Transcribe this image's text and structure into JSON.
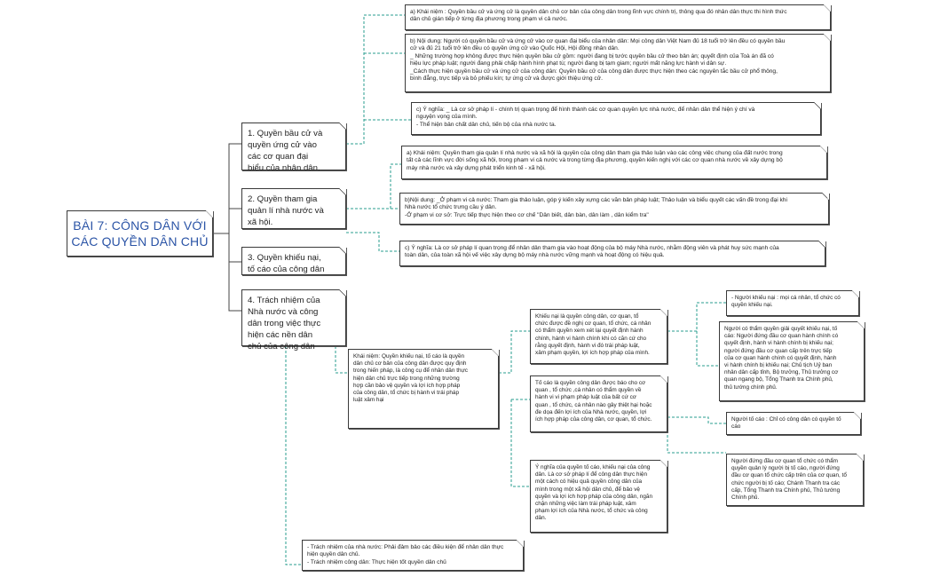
{
  "root": {
    "title": "BÀI 7: CÔNG DÂN VỚI\nCÁC QUYỀN DÂN CHỦ"
  },
  "branches": [
    "1. Quyền bầu cử và\nquyền ứng cử vào\ncác cơ quan đại\nbiểu của nhân dân.",
    "2. Quyền tham gia\nquản lí nhà nước và\nxã hội.",
    "3. Quyền khiếu nại,\ntố cáo của công dân",
    "4. Trách nhiệm của\nNhà nước và công\ndân trong việc thực\nhiện các nền dân\nchủ của công dân"
  ],
  "b1": {
    "a": "a) Khái niệm : Quyền bầu cử và ứng cử là quyền dân chủ cơ bản của công dân trong lĩnh vực chính trị, thông qua đó nhân dân thực thi hình thức\ndân chủ gián tiếp ở từng địa phương trong phạm vi cả nước.",
    "b": "b) Nội dung: Người có quyền bầu cử và ứng cử vào cơ quan đại biểu của nhân dân: Mọi công dân Việt Nam đủ 18 tuổi trở lên đều có quyền bầu\ncử và đủ 21 tuổi trở lên đều có quyền ứng cử vào Quốc Hội, Hội đồng nhân dân.\n_ Những trường hợp không được thực hiện quyền bầu cử gồm: người đang bị tước quyền bầu cử theo bản án; quyết định của Toà án đã có\nhiệu lực pháp luật; người đang phải chấp hành hình phạt tù; người đang bị tạm giam; người mất năng lực hành vi dân sự.\n_Cách thực hiện quyền bầu cử và ứng cử của công dân: Quyền bầu cử của công dân được thực hiện theo các nguyên tắc bầu cử phổ thông,\nbình đẳng, trực tiếp và bỏ phiếu kín; tự ứng cử và được giới thiệu ứng cử.",
    "c": "c) Ý nghĩa: _ Là cơ sở pháp lí - chính trị quan trọng để hình thành các cơ quan quyền lực nhà nước, để nhân dân thể hiện ý chí và\n              nguyện vọng của mình.\n         - Thể hiện bản chất dân chủ, tiến bộ của nhà nước ta."
  },
  "b2": {
    "a": "a) Khái niệm: Quyền tham gia quản lí nhà nước và xã hội là quyền của công dân tham gia thảo luận vào các công việc chung của đất nước trong\ntất cả các lĩnh vực đời sống xã hội, trong phạm vi cả nước và trong từng địa phương, quyền kiến nghị với các cơ quan nhà nước về xây dựng bộ\nmáy nhà nước và xây dựng phát triển kinh tế - xã hội.",
    "b": "b)Nội dung: _Ở phạm vi cả nước: Tham gia thảo luận, góp ý kiến xây xựng các văn bản pháp luật; Thảo luận và biểu quyết các vấn đề trong đại khi\n                          Nhà nước tổ chức trưng cầu ý dân.\n              -Ở phạm vi cơ sở: Trực tiếp thực hiện theo cơ chế \"Dân biết, dân bàn, dân làm , dân kiểm tra\"",
    "c": "c) Ý nghĩa: Là cơ sở pháp lí quan trọng để nhân dân tham gia vào hoạt động của bộ máy Nhà nước, nhằm động viên và phát huy sức mạnh của\ntoàn dân, của toàn xã hội vế việc xây dựng bộ máy nhà nước vững mạnh và hoạt động có hiệu quả."
  },
  "b3": {
    "concept": "Khái niệm: Quyền khiếu nại, tố cáo là quyền\ndân chủ cơ bản của công dân được quy định\ntrong hiến pháp, là công cụ để nhân dân thực\nhiện dân chủ trực tiếp trong những trường\nhợp cần bảo vệ quyền và lợi ích hợp pháp\ncủa công dân, tổ chức bị hành vi trái pháp\nluật xâm hại",
    "khieu_nai": "Khiếu nại là quyền công dân, cơ quan, tổ\nchức được đề nghị cơ quan, tổ chức, cá nhân\ncó thẩm quyền xem xét lại quyết định hành\nchính, hành vi hành chính khi có căn cứ cho\nrằng quyết định, hành vi đó trái pháp luật,\nxâm phạm quyền, lợi ích hợp pháp của mình.",
    "to_cao": "Tố cáo là quyền công dân được báo cho cơ\nquan , tổ chức ,cá nhân có thẩm quyền về\nhành vi vi phạm pháp luật của bất cứ cơ\nquan , tổ chức, cá nhân nào gây thiệt hại hoặc\nđe dọa đến lợi ích của Nhà nước, quyền, lợi\ních hợp pháp của công dân, cơ quan, tổ chức.",
    "y_nghia": "Ý nghĩa của quyền tố cáo, khiếu nại của công\ndân. Là cơ sở pháp lí để công dân thực hiện\nmột cách có hiệu quả quyền công dân của\nmình trong một xã hội dân chủ, để bảo vệ\nquyền và lợi ích hợp pháp của công dân, ngăn\nchặn những việc làm trái pháp luật, xâm\nphạm lợi ích của Nhà nước, tổ chức và công\ndân.",
    "nguoi_khieu_nai": "- Người khiếu nại : mọi cá nhân, tổ chức có\nquyền khiếu nại.",
    "nguoi_giai_quyet_kn": "Người có thẩm quyền giải quyết khiếu nại, tố\ncáo: Người đứng đầu cơ quan hành chính có\nquyết định, hành vi hành chính bị khiếu nại;\nngười đứng đầu cơ quan cấp trên trực tiếp\ncủa cơ quan hành chính có quyết định, hành\nvi hành chính bị khiếu nại; Chủ tịch Uỷ ban\nnhân dân cấp tỉnh, Bộ trưởng, Thủ trưởng cơ\nquan ngang bộ, Tổng Thanh tra Chính phủ,\nthủ tướng chính phủ.",
    "nguoi_to_cao": "Người tố cáo : Chỉ có công dân có quyền tố\ncáo",
    "nguoi_giai_quyet_tc": "Người đứng đầu cơ quan tổ chức có thẩm\nquyền quản lý người bị tố cáo, người đứng\nđầu cơ quan tổ chức cấp trên của cơ quan, tổ\nchức người bị tố cáo; Chánh Thanh tra các\ncấp, Tổng Thanh tra Chính phủ, Thủ tướng\nChính phủ."
  },
  "b4": {
    "text": "- Trách nhiệm của nhà nước: Phải đảm bảo các điều kiện để nhân dân thực\nhiện quyền dân chủ.\n- Trách nhiệm công dân: Thực hiện tốt quyền dân chủ"
  },
  "colors": {
    "title": "#2b54a6",
    "connector_solid": "#444444",
    "connector_dashed": "#2a9d8f"
  }
}
